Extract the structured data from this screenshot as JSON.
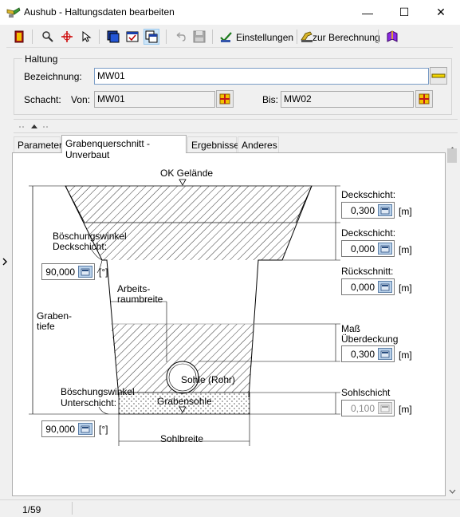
{
  "window": {
    "title": "Aushub - Haltungsdaten bearbeiten",
    "minimize_glyph": "—",
    "maximize_glyph": "☐",
    "close_glyph": "✕"
  },
  "toolbar": {
    "einstellungen_label": "Einstellungen",
    "berechnung_label": "zur Berechnung"
  },
  "haltung": {
    "group_label": "Haltung",
    "bezeichnung_label": "Bezeichnung:",
    "bezeichnung_value": "MW01",
    "schacht_label": "Schacht:",
    "von_label": "Von:",
    "von_value": "MW01",
    "bis_label": "Bis:",
    "bis_value": "MW02"
  },
  "tabs": [
    {
      "label": "Parameter",
      "active": false
    },
    {
      "label": "Grabenquerschnitt - Unverbaut",
      "active": true
    },
    {
      "label": "Ergebnisse",
      "active": false
    },
    {
      "label": "Anderes",
      "active": false
    }
  ],
  "diagram": {
    "ok_gelaende": "OK Gelände",
    "boeschung_deck_1": "Böschungswinkel",
    "boeschung_deck_2": "Deckschicht:",
    "boeschung_deck_value": "90,000",
    "boeschung_deck_unit": "[°]",
    "grabentiefe_1": "Graben-",
    "grabentiefe_2": "tiefe",
    "arbeitsraum_1": "Arbeits-",
    "arbeitsraum_2": "raumbreite",
    "sohle_rohr": "Sohle (Rohr)",
    "grabensohle": "Grabensohle",
    "boeschung_unter_1": "Böschungswinkel",
    "boeschung_unter_2": "Unterschicht:",
    "boeschung_unter_value": "90,000",
    "boeschung_unter_unit": "[°]",
    "sohlbreite": "Sohlbreite",
    "deckschicht1_label": "Deckschicht:",
    "deckschicht1_value": "0,300",
    "deckschicht2_label": "Deckschicht:",
    "deckschicht2_value": "0,000",
    "rueckschnitt_label": "Rückschnitt:",
    "rueckschnitt_value": "0,000",
    "mass_1": "Maß",
    "mass_2": "Überdeckung",
    "mass_value": "0,300",
    "sohlschicht_label": "Sohlschicht",
    "sohlschicht_value": "0,100",
    "unit_m": "[m]"
  },
  "status": {
    "record": "1/59"
  }
}
